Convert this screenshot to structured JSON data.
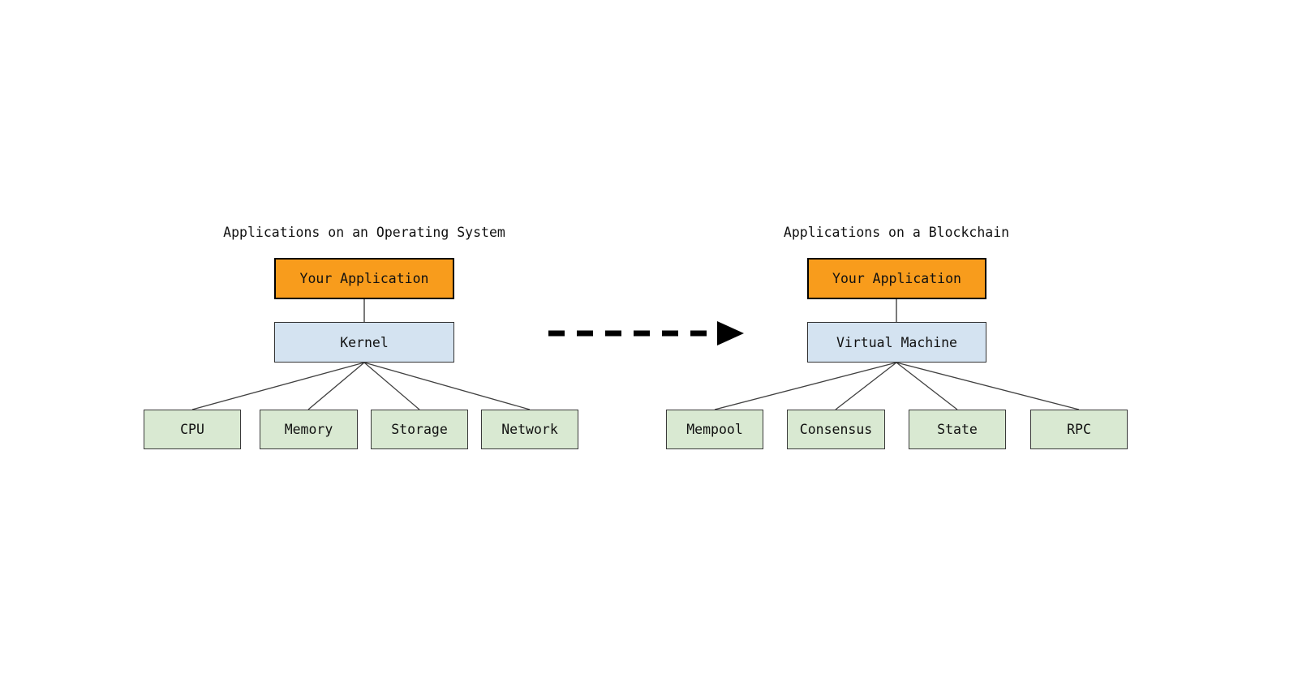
{
  "left_tree": {
    "title": "Applications on an Operating System",
    "root": "Your Application",
    "middle": "Kernel",
    "leaves": [
      "CPU",
      "Memory",
      "Storage",
      "Network"
    ]
  },
  "right_tree": {
    "title": "Applications on a Blockchain",
    "root": "Your Application",
    "middle": "Virtual Machine",
    "leaves": [
      "Mempool",
      "Consensus",
      "State",
      "RPC"
    ]
  },
  "colors": {
    "app_fill": "#F89C1C",
    "app_stroke": "#000000",
    "mid_fill": "#D4E3F1",
    "mid_stroke": "#333333",
    "leaf_fill": "#D9E9D2",
    "leaf_stroke": "#3a3a3a",
    "edge": "#404040",
    "arrow": "#000000",
    "text": "#111111",
    "background": "#ffffff"
  }
}
